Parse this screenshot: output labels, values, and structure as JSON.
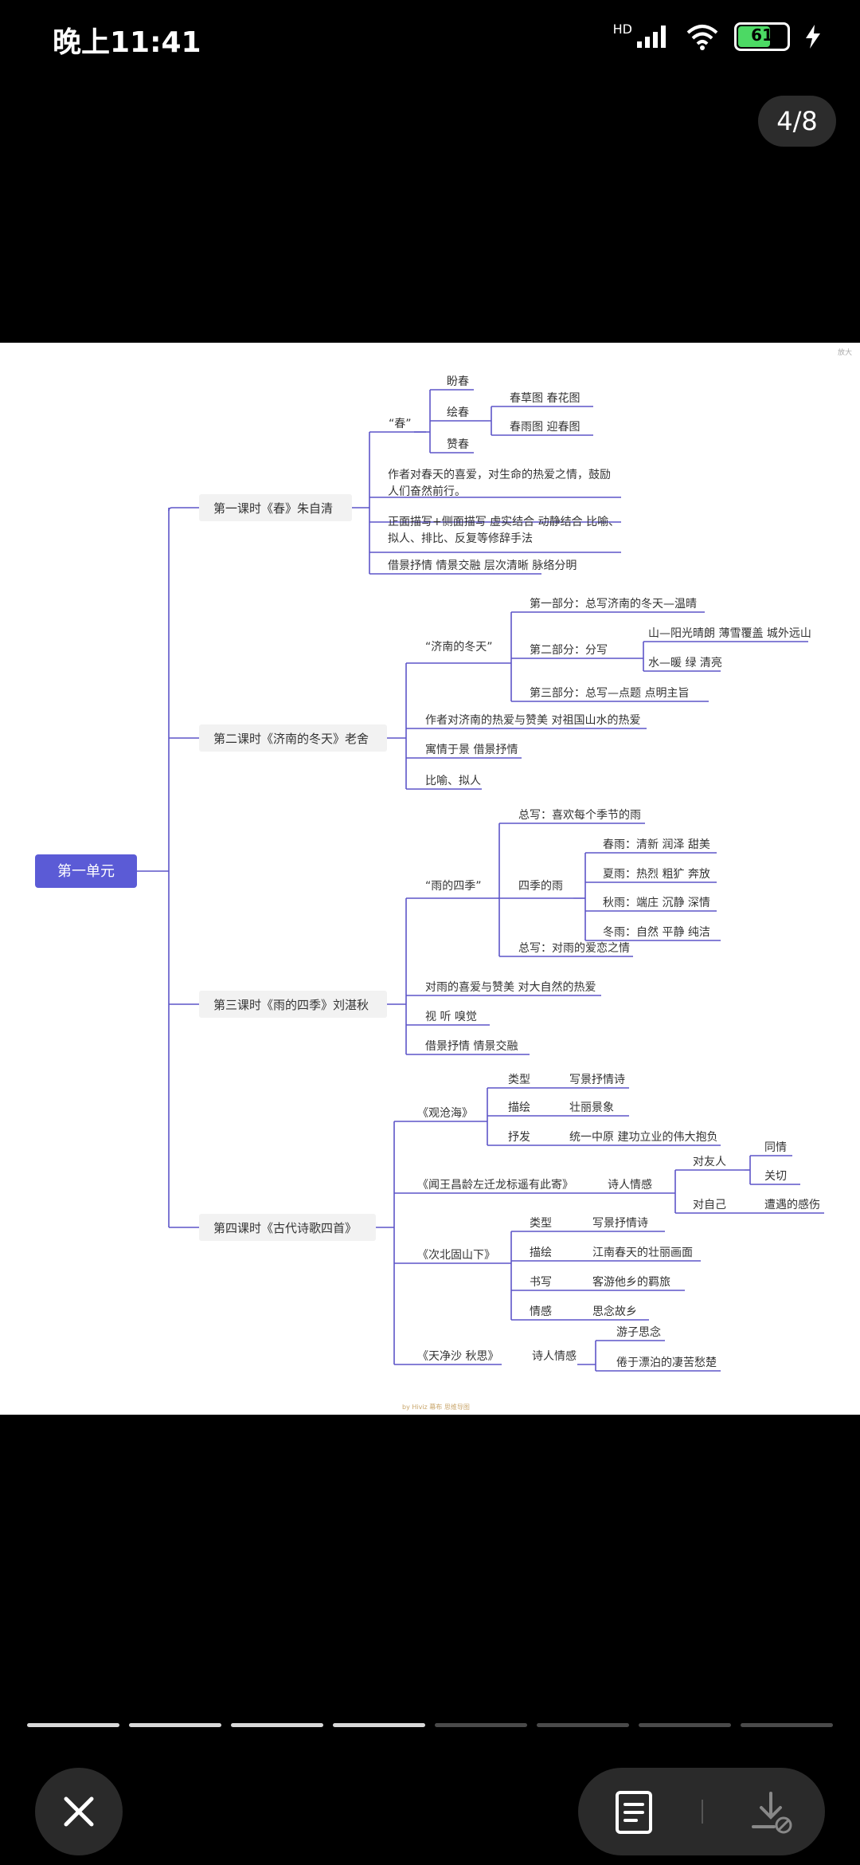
{
  "status_bar": {
    "time": "晚上11:41",
    "network": "HD",
    "battery": "61"
  },
  "viewer": {
    "page_counter": "4/8",
    "page_index": 4,
    "page_total": 8,
    "corner_mark": "放大",
    "credit": "by Hiviz 幕布 思维导图"
  },
  "mindmap": {
    "root": "第一单元",
    "lessons": [
      {
        "title": "第一课时《春》朱自清"
      },
      {
        "title": "第二课时《济南的冬天》老舍"
      },
      {
        "title": "第三课时《雨的四季》刘湛秋"
      },
      {
        "title": "第四课时《古代诗歌四首》"
      }
    ],
    "l1": {
      "chun": "“春”",
      "panchun": "盼春",
      "huichun": "绘春",
      "zanchun": "赞春",
      "chuncaotu": "春草图 春花图",
      "chunyutu": "春雨图 迎春图",
      "qinggan1": "作者对春天的喜爱，对生命的热爱之情，鼓励",
      "qinggan2": "人们奋然前行。",
      "shoufa1": "正面描写+侧面描写 虚实结合 动静结合 比喻、",
      "shoufa2": "拟人、排比、反复等修辞手法",
      "tedian": "借景抒情 情景交融 层次清晰 脉络分明"
    },
    "l2": {
      "jinan": "“济南的冬天”",
      "part1": "第一部分：总写济南的冬天—温晴",
      "part2": "第二部分：分写",
      "shan": "山—阳光晴朗 薄雪覆盖 城外远山",
      "shui": "水—暖 绿 清亮",
      "part3": "第三部分：总写—点题 点明主旨",
      "qinggan": "作者对济南的热爱与赞美 对祖国山水的热爱",
      "yuqing": "寓情于景 借景抒情",
      "xiuci": "比喻、拟人"
    },
    "l3": {
      "yu": "“雨的四季”",
      "zongxie1": "总写：喜欢每个季节的雨",
      "siji": "四季的雨",
      "chunyu": "春雨：清新  润泽  甜美",
      "xiayu": "夏雨：热烈  粗犷  奔放",
      "qiuyu": "秋雨：端庄  沉静  深情",
      "dongyu": "冬雨：自然  平静  纯洁",
      "zongxie2": "总写：对雨的爱恋之情",
      "qinggan": "对雨的喜爱与赞美 对大自然的热爱",
      "ganguan": "视  听  嗅觉",
      "shoufa": "借景抒情  情景交融"
    },
    "l4": {
      "guancanghai": "《观沧海》",
      "leixing": "类型",
      "xiejing": "写景抒情诗",
      "miaohui": "描绘",
      "zhuangli": "壮丽景象",
      "shufa": "抒发",
      "tongyi": "统一中原  建功立业的伟大抱负",
      "wenwang": "《闻王昌龄左迁龙标遥有此寄》",
      "shirenqinggan": "诗人情感",
      "duiyouren": "对友人",
      "tongqing": "同情",
      "guanqie": "关切",
      "duiziji": "对自己",
      "zaoyu": "遭遇的感伤",
      "cibeigu": "《次北固山下》",
      "leixing2": "类型",
      "xiejing2": "写景抒情诗",
      "miaohui2": "描绘",
      "jiangnan": "江南春天的壮丽画面",
      "shuxie": "书写",
      "keyou": "客游他乡的羁旅",
      "qinggan": "情感",
      "sinian": "思念故乡",
      "tianjingsha": "《天净沙 秋思》",
      "shirenqinggan2": "诗人情感",
      "youzi": "游子思念",
      "juanyu": "倦于漂泊的凄苦愁楚"
    }
  },
  "controls": {
    "close": "close",
    "doc": "document",
    "download": "download"
  },
  "colors": {
    "root": "#5b5bd6",
    "line": "#5d55c8",
    "lesson_bg": "#f2f2f2"
  }
}
